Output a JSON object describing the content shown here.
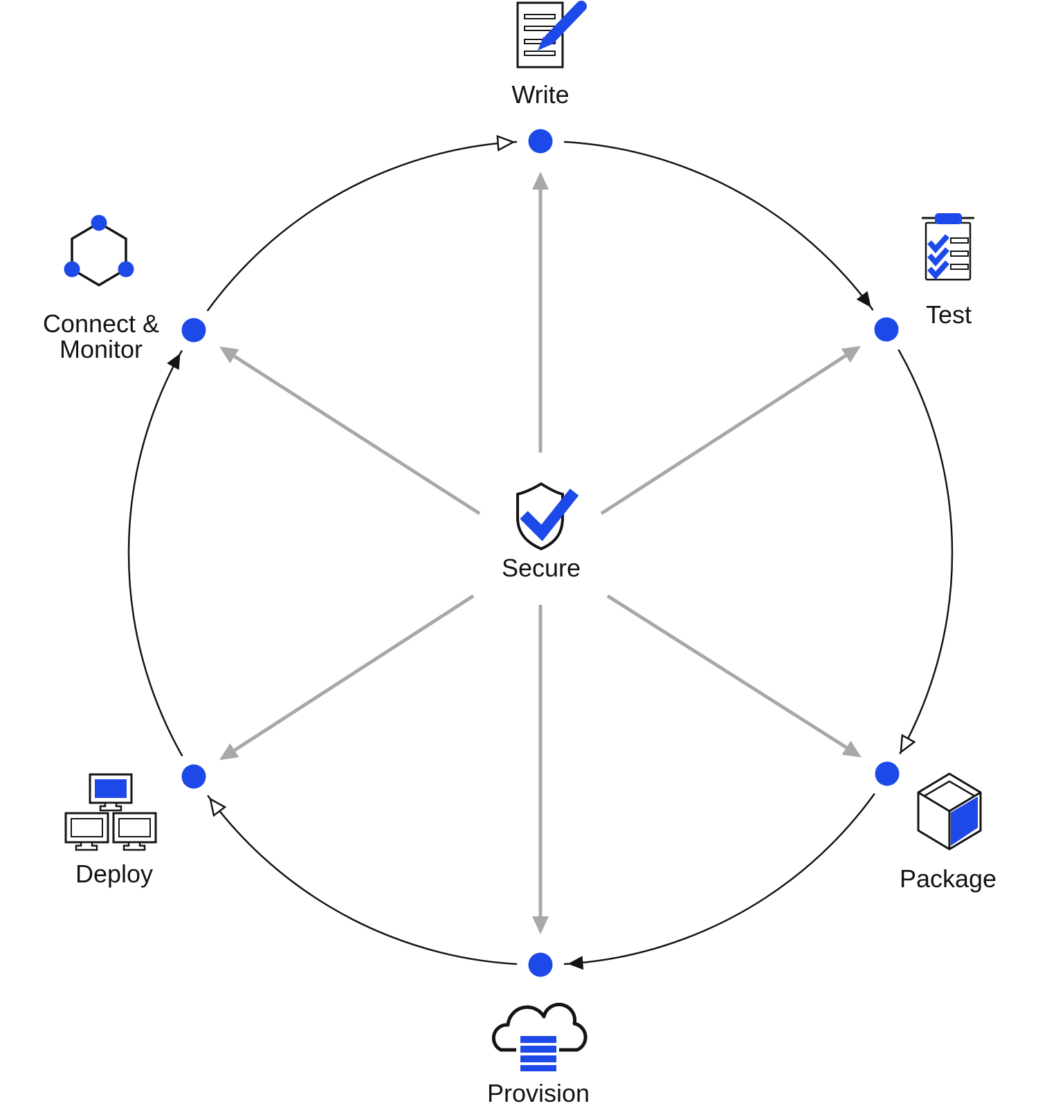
{
  "diagram": {
    "type": "lifecycle-cycle",
    "background_color": "#ffffff",
    "colors": {
      "accent_blue": "#1d49e8",
      "outline_black": "#141414",
      "spoke_gray": "#a8a8a8",
      "node_fill": "#ffffff",
      "text": "#131313"
    },
    "center": {
      "label": "Secure",
      "icon": "shield-check-icon"
    },
    "nodes": [
      {
        "label": "Write",
        "icon": "document-edit-icon",
        "position": "top"
      },
      {
        "label": "Test",
        "icon": "clipboard-checklist-icon",
        "position": "upper-right"
      },
      {
        "label": "Package",
        "icon": "cube-icon",
        "position": "lower-right"
      },
      {
        "label": "Provision",
        "icon": "cloud-stack-icon",
        "position": "bottom"
      },
      {
        "label": "Deploy",
        "icon": "monitors-icon",
        "position": "lower-left"
      },
      {
        "label": "Connect & Monitor",
        "label_line1": "Connect &",
        "label_line2": "Monitor",
        "icon": "hexagon-network-icon",
        "position": "upper-left"
      }
    ],
    "cycle_order": [
      "Write",
      "Test",
      "Package",
      "Provision",
      "Deploy",
      "Connect & Monitor"
    ]
  }
}
